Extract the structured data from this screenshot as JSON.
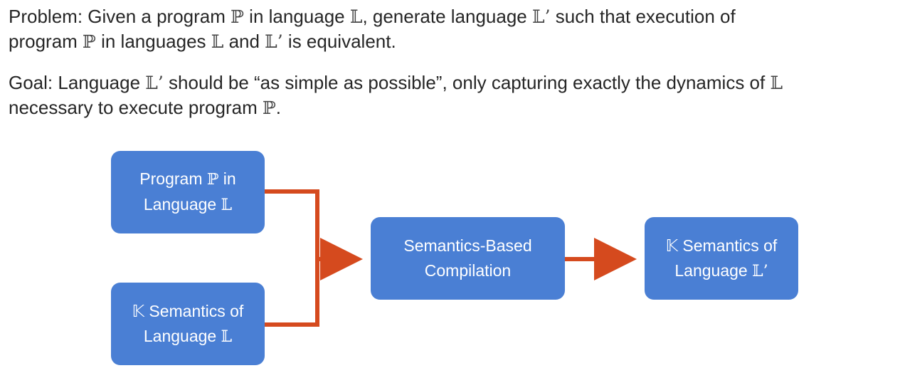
{
  "problem": {
    "prefix": "Problem: Given a program ",
    "p1": "ℙ",
    "mid1": " in language ",
    "l1": "𝕃",
    "mid2": ", generate language ",
    "lp1": "𝕃’",
    "mid3": " such that execution of",
    "line2_prefix": "program ",
    "p2": "ℙ",
    "mid4": " in languages ",
    "l2": "𝕃",
    "and": " and ",
    "lp2": "𝕃’",
    "suffix": " is equivalent."
  },
  "goal": {
    "prefix": "Goal: Language ",
    "lp": "𝕃’",
    "mid1": " should be “as simple as possible”, only capturing exactly the dynamics of ",
    "l": "𝕃",
    "line2_prefix": "necessary to execute program ",
    "p": "ℙ",
    "suffix": "."
  },
  "diagram": {
    "program_box": {
      "line1_prefix": "Program ",
      "line1_sym": "ℙ",
      "line1_suffix": " in",
      "line2_prefix": "Language ",
      "line2_sym": "𝕃"
    },
    "ksem_l_box": {
      "line1": "𝕂 Semantics of",
      "line2_prefix": "Language ",
      "line2_sym": "𝕃"
    },
    "compile_box": {
      "line1": "Semantics-Based",
      "line2": "Compilation"
    },
    "ksem_lp_box": {
      "line1": "𝕂 Semantics of",
      "line2_prefix": "Language ",
      "line2_sym": "𝕃’"
    },
    "colors": {
      "box_fill": "#4a7fd4",
      "arrow": "#d54a1e",
      "box_text": "#ffffff"
    }
  }
}
